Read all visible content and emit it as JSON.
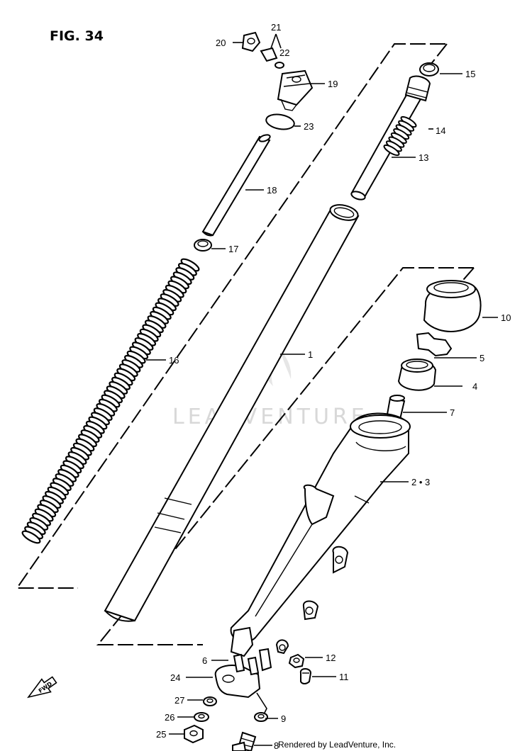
{
  "figure": {
    "title": "FIG. 34",
    "watermark": "LEADVENTURE",
    "credit": "Rendered by LeadVenture, Inc.",
    "fwd_label": "FWD"
  },
  "parts": {
    "p1": "1",
    "p2_3": "2 • 3",
    "p4": "4",
    "p5": "5",
    "p6": "6",
    "p7": "7",
    "p8": "8",
    "p9": "9",
    "p10": "10",
    "p11": "11",
    "p12": "12",
    "p13": "13",
    "p14": "14",
    "p15": "15",
    "p16": "16",
    "p17": "17",
    "p18": "18",
    "p19": "19",
    "p20": "20",
    "p21": "21",
    "p22": "22",
    "p23": "23",
    "p24": "24",
    "p25": "25",
    "p26": "26",
    "p27": "27"
  }
}
